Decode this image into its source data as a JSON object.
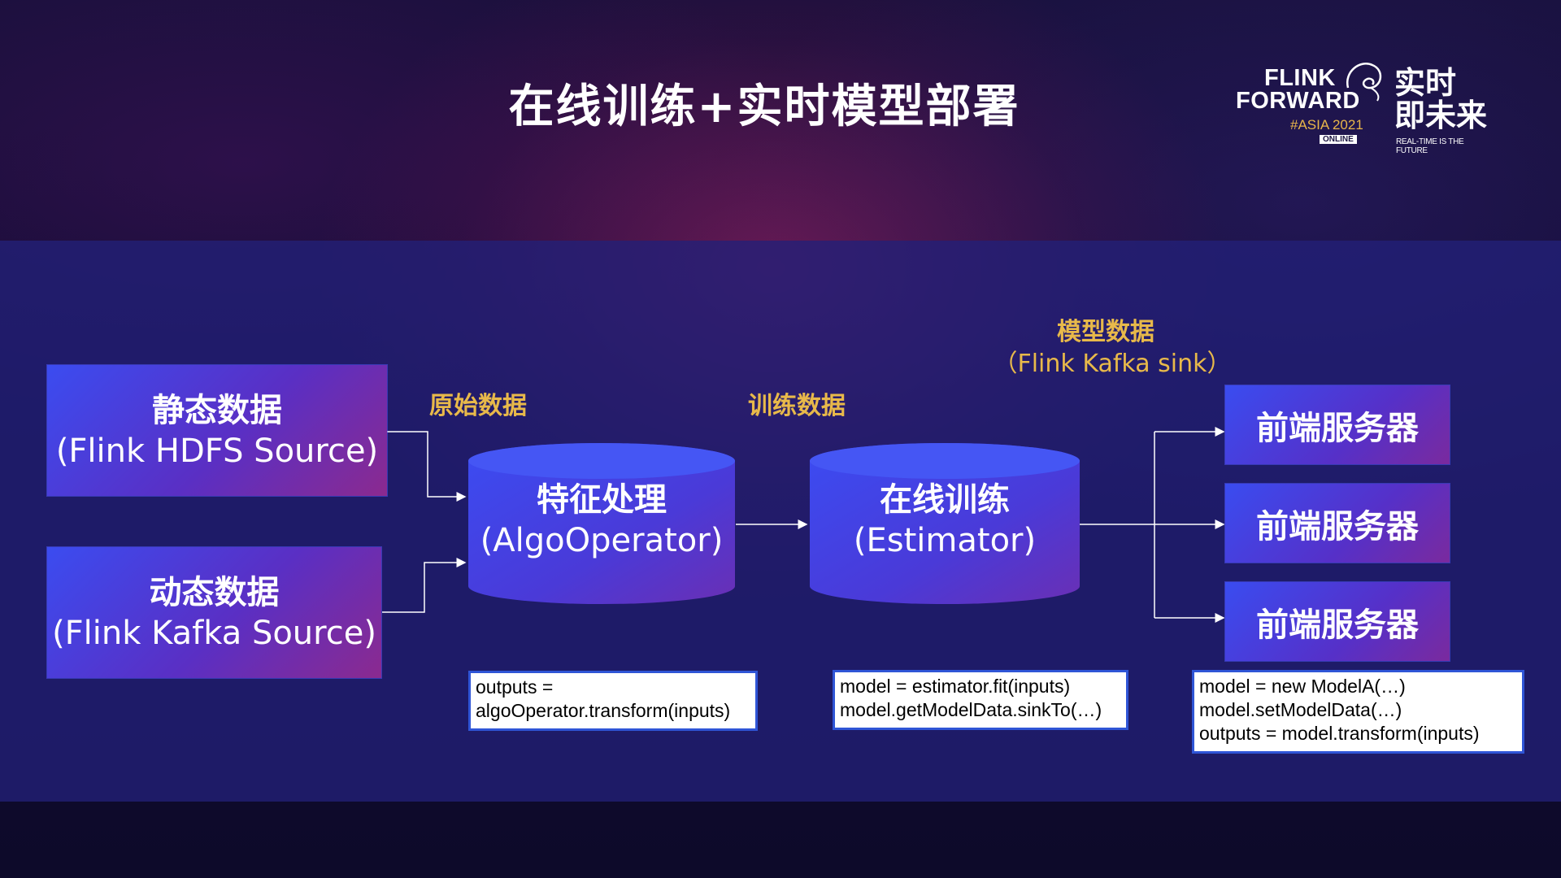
{
  "title": "在线训练+实时模型部署",
  "logo": {
    "flink": "FLINK",
    "forward": "FORWARD",
    "asia": "#ASIA 2021",
    "online": "ONLINE",
    "cn_line1": "实时",
    "cn_line2": "即未来",
    "tagline": "REAL-TIME IS THE FUTURE"
  },
  "sources": [
    {
      "name": "静态数据",
      "detail": "(Flink HDFS Source)"
    },
    {
      "name": "动态数据",
      "detail": "(Flink Kafka Source)"
    }
  ],
  "labels": {
    "raw_data": "原始数据",
    "train_data": "训练数据",
    "model_data": "模型数据",
    "model_sink": "（Flink Kafka sink）"
  },
  "processors": [
    {
      "name": "特征处理",
      "detail": "(AlgoOperator)"
    },
    {
      "name": "在线训练",
      "detail": "(Estimator)"
    }
  ],
  "servers": [
    "前端服务器",
    "前端服务器",
    "前端服务器"
  ],
  "code": {
    "operator": [
      "outputs =",
      "algoOperator.transform(inputs)"
    ],
    "estimator": [
      "model = estimator.fit(inputs)",
      "model.getModelData.sinkTo(…)"
    ],
    "server": [
      "model = new ModelA(…)",
      "model.setModelData(…)",
      "outputs = model.transform(inputs)"
    ]
  },
  "colors": {
    "accent_label": "#e8b94a",
    "box_blue": "#3b4cf0",
    "box_purple": "#8b2a8f",
    "code_border": "#2f55d6"
  }
}
